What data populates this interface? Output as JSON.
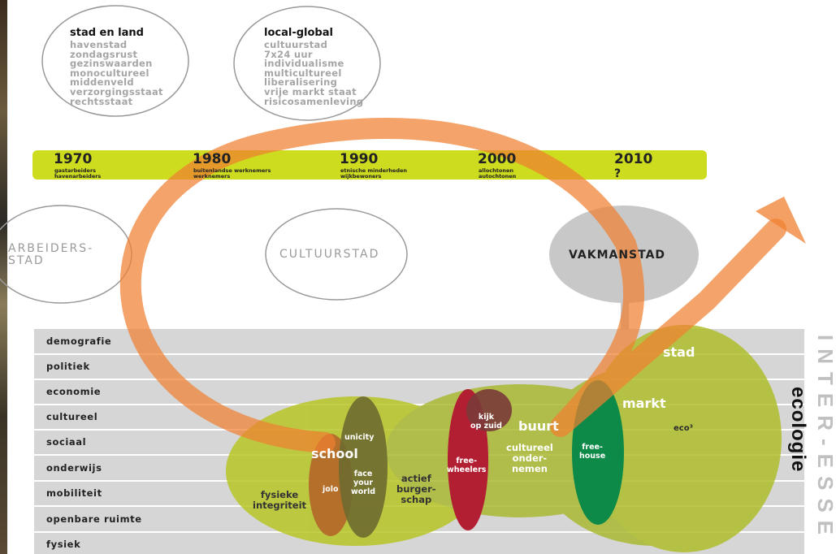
{
  "eras": [
    {
      "title": "stad en land",
      "items": [
        "havenstad",
        "zondagsrust",
        "gezinswaarden",
        "monocultureel",
        "middenveld",
        "verzorgingsstaat",
        "rechtsstaat"
      ]
    },
    {
      "title": "local-global",
      "items": [
        "cultuurstad",
        "7x24 uur",
        "individualisme",
        "multicultureel",
        "liberalisering",
        "vrije markt staat",
        "risicosamenleving"
      ]
    }
  ],
  "timeline": [
    {
      "year": "1970",
      "sub": [
        "gastarbeiders",
        "havenarbeiders"
      ]
    },
    {
      "year": "1980",
      "sub": [
        "buitenlandse werknemers",
        "werknemers"
      ]
    },
    {
      "year": "1990",
      "sub": [
        "etnische minderheden",
        "wijkbewoners"
      ]
    },
    {
      "year": "2000",
      "sub": [
        "allochtonen",
        "autochtonen"
      ]
    },
    {
      "year": "2010",
      "sub": [
        "?"
      ]
    }
  ],
  "cities": {
    "arbeiders": "ARBEIDERS-\nSTAD",
    "cultuur": "CULTUURSTAD",
    "vakman": "VAKMANSTAD"
  },
  "rows": [
    "demografie",
    "politiek",
    "economie",
    "cultureel",
    "sociaal",
    "onderwijs",
    "mobiliteit",
    "openbare ruimte",
    "fysiek"
  ],
  "side": {
    "vertical": "INTER-ESSE",
    "ecologie": "ecologie"
  },
  "blobs": {
    "stad": "stad",
    "markt": "markt",
    "eco": "eco³",
    "buurt": "buurt",
    "school": "school",
    "unicity": "unicity",
    "jolo": "jolo",
    "face": "face\nyour\nworld",
    "fysieke": "fysieke\nintegriteit",
    "actief": "actief\nburger-\nschap",
    "kijk": "kijk\nop zuid",
    "freewheelers": "free-\nwheelers",
    "cultureel": "cultureel\nonder-\nnemen",
    "freehouse": "free-\nhouse"
  },
  "colors": {
    "lime": "#cddc1e",
    "olive": "#a8b82c",
    "orange": "#f08030",
    "red": "#b21e32",
    "green": "#0e8a48",
    "grey": "#c8c8c8"
  }
}
